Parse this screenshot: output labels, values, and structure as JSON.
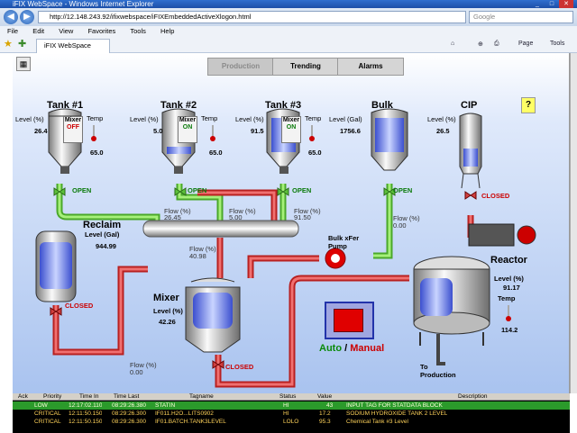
{
  "window": {
    "title": "iFIX WebSpace - Windows Internet Explorer"
  },
  "browser": {
    "url": "http://12.148.243.92/ifixwebspace/iFIXEmbeddedActiveXlogon.html",
    "search_placeholder": "Google",
    "menu": [
      "File",
      "Edit",
      "View",
      "Favorites",
      "Tools",
      "Help"
    ],
    "tab_title": "iFIX WebSpace",
    "toolbar": {
      "page": "Page",
      "tools": "Tools"
    }
  },
  "hmi": {
    "nav": {
      "production": "Production",
      "trending": "Trending",
      "alarms": "Alarms"
    },
    "help": "?",
    "tank1": {
      "name": "Tank #1",
      "level_label": "Level (%)",
      "level": "26.4",
      "temp_label": "Temp",
      "temp": "65.0",
      "mixer": "Mixer",
      "mixer_state": "OFF",
      "valve": "OPEN",
      "flow_label": "Flow (%)",
      "flow": "26.45"
    },
    "tank2": {
      "name": "Tank #2",
      "level_label": "Level (%)",
      "level": "5.0",
      "temp_label": "Temp",
      "temp": "65.0",
      "mixer": "Mixer",
      "mixer_state": "ON",
      "valve": "OPEN",
      "flow_label": "Flow (%)",
      "flow": "5.00"
    },
    "tank3": {
      "name": "Tank #3",
      "level_label": "Level (%)",
      "level": "91.5",
      "temp_label": "Temp",
      "temp": "65.0",
      "mixer": "Mixer",
      "mixer_state": "ON",
      "valve": "OPEN",
      "flow_label": "Flow (%)",
      "flow": "91.50"
    },
    "bulk": {
      "name": "Bulk",
      "level_label": "Level (Gal)",
      "level": "1756.6",
      "valve": "OPEN",
      "flow_label": "Flow (%)",
      "flow": "0.00"
    },
    "cip": {
      "name": "CIP",
      "level_label": "Level (%)",
      "level": "26.5",
      "valve": "CLOSED"
    },
    "reclaim": {
      "name": "Reclaim",
      "level_label": "Level (Gal)",
      "level": "944.99",
      "valve": "CLOSED"
    },
    "mixer": {
      "name": "Mixer",
      "level_label": "Level (%)",
      "level": "42.26",
      "flow_in_label": "Flow (%)",
      "flow_in": "40.98",
      "valve": "CLOSED",
      "flow_out_label": "Flow (%)",
      "flow_out": "0.00"
    },
    "pump": {
      "name": "Bulk xFer\nPump"
    },
    "reactor": {
      "name": "Reactor",
      "level_label": "Level (%)",
      "level": "91.17",
      "temp_label": "Temp",
      "temp": "114.2",
      "destination": "To\nProduction"
    },
    "automan": {
      "auto": "Auto",
      "sep": " /",
      "manual": "Manual"
    }
  },
  "alarms": {
    "headers": [
      "Ack",
      "Priority",
      "Time In",
      "Time Last",
      "Tagname",
      "Status",
      "Value",
      "Description"
    ],
    "rows": [
      {
        "ack": "",
        "priority": "LOW",
        "time_in": "12:17:02.110",
        "time_last": "08:29:26.380",
        "tag": "STATIN",
        "status": "HI",
        "value": "43",
        "desc": "INPUT TAG FOR STATDATA BLOCK"
      },
      {
        "ack": "",
        "priority": "CRITICAL",
        "time_in": "12:11:50.150",
        "time_last": "08:29:26.300",
        "tag": "IF011.H2O...LITS0902",
        "status": "HI",
        "value": "17.2",
        "desc": "SODIUM HYDROXIDE TANK 2 LEVEL"
      },
      {
        "ack": "",
        "priority": "CRITICAL",
        "time_in": "12:11:50.150",
        "time_last": "08:29:26.300",
        "tag": "IF01.BATCH.TANK3LEVEL",
        "status": "LOLO",
        "value": "95.3",
        "desc": "Chemical Tank #3 Level"
      }
    ]
  },
  "colors": {
    "alarm_selected": "#2b9a2b",
    "pipe_green": "#8fe06a",
    "pipe_red": "#e84040"
  }
}
